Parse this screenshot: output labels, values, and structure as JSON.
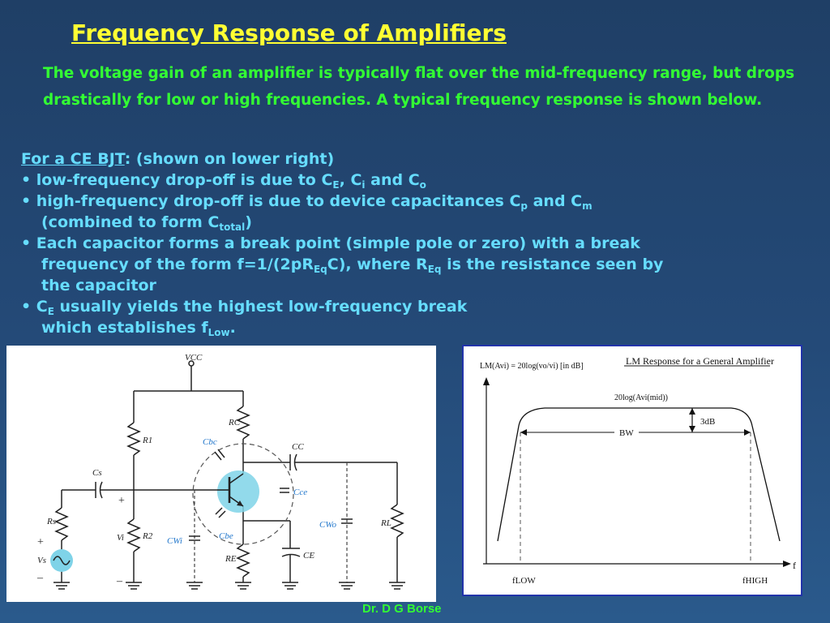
{
  "title": "Frequency Response of Amplifiers",
  "intro": "The voltage gain of an amplifier is typically flat over the mid-frequency range, but drops drastically for low or high frequencies.  A typical frequency response is shown below.",
  "bullets": {
    "heading_link": "For a CE BJT",
    "heading_rest": ": (shown on lower right)",
    "b1_a": "• low-frequency drop-off is due to C",
    "b1_sub1": "E",
    "b1_b": ", C",
    "b1_sub2": "i",
    "b1_c": " and C",
    "b1_sub3": "o",
    "b2_a": "• high-frequency drop-off is due to device capacitances C",
    "b2_sub1": "p",
    "b2_b": " and C",
    "b2_sub2": "m",
    "b2_c": "(combined to form C",
    "b2_sub3": "total",
    "b2_d": ")",
    "b3_a": "• Each capacitor forms a break point (simple pole or  zero) with a break",
    "b3_b": "frequency of the form f=1/(2pR",
    "b3_sub1": "Eq",
    "b3_c": "C), where R",
    "b3_sub2": "Eq",
    "b3_d": " is the resistance seen by",
    "b3_e": "the capacitor",
    "b4_a": "• C",
    "b4_sub1": "E",
    "b4_b": " usually yields the highest low-frequency break",
    "b4_c": "which establishes f",
    "b4_sub2": "Low",
    "b4_d": "."
  },
  "circuit": {
    "vcc": "VCC",
    "r1": "R1",
    "rc": "RC",
    "cbc": "Cbc",
    "cc": "CC",
    "cs": "Cs",
    "plus_top": "+",
    "cce": "Cce",
    "rs": "Rs",
    "vi": "Vi",
    "r2": "R2",
    "cwi": "CWi",
    "cbe": "Cbe",
    "cwo": "CWo",
    "rl": "RL",
    "plus_left": "+",
    "vs": "Vs",
    "minus_left": "–",
    "minus_bottom": "–",
    "re": "RE",
    "ce": "CE"
  },
  "response": {
    "chart_title": "LM Response for a General Amplifier",
    "ylabel": "LM(Avi) = 20log(vo/vi)  [in dB]",
    "mid_label": "20log(Avi(mid))",
    "db_label": "3dB",
    "bw_label": "BW",
    "x_axis_label": "f",
    "f_low": "fLOW",
    "f_high": "fHIGH"
  },
  "footer": "Dr. D G Borse",
  "colors": {
    "title": "#ffff33",
    "intro": "#33ff33",
    "bullets": "#66ddff",
    "circuit_blue": "#2277cc",
    "transistor_highlight": "#7fd3e8"
  }
}
